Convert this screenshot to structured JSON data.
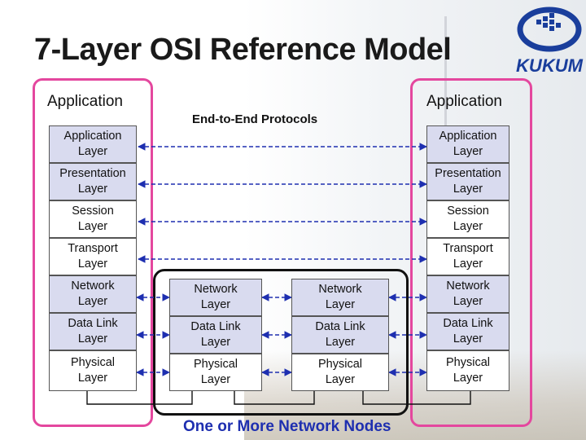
{
  "slide": {
    "title": "7-Layer OSI Reference Model",
    "logo_text": "KUKUM",
    "left_app_label": "Application",
    "right_app_label": "Application",
    "end_to_end_label": "End-to-End Protocols",
    "network_nodes_label": "One or More Network Nodes"
  },
  "layers": {
    "application": "Application\nLayer",
    "presentation": "Presentation\nLayer",
    "session": "Session\nLayer",
    "transport": "Transport\nLayer",
    "network": "Network\nLayer",
    "datalink": "Data Link\nLayer",
    "physical": "Physical\nLayer"
  },
  "colors": {
    "host_border": "#e4479e",
    "layer_shade": "#d9dbef",
    "link_color": "#1e2fb0",
    "nodes_label_color": "#1e2fb0"
  }
}
